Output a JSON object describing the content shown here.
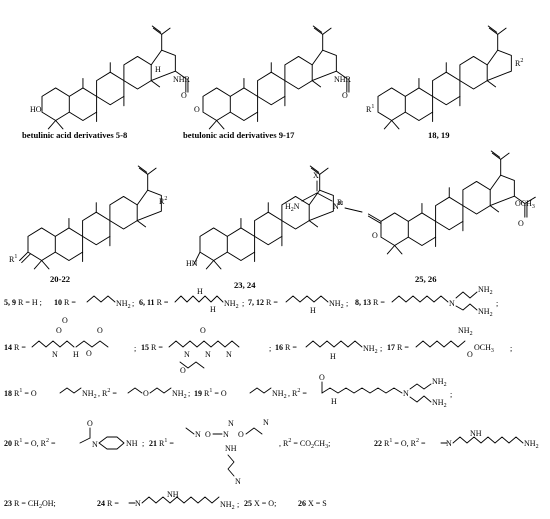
{
  "labels": {
    "betulinic": "betulinic acid derivatives  5-8",
    "betulonic": "betulonic acid derivatives  9-17",
    "c18_19": "18, 19",
    "c20_22": "20-22",
    "c23_24": "23, 24",
    "c25_26": "25, 26"
  },
  "atoms": {
    "nhr": "NHR",
    "o": "O",
    "ho": "HO",
    "h": "H",
    "r": "R",
    "r1": "R",
    "r2": "R",
    "sup1": "1",
    "sup2": "2",
    "hn": "HN",
    "x": "X",
    "h2n": "H2N",
    "och3": "OCH3",
    "nh2": "NH2",
    "nh": "NH",
    "n": "N",
    "co2ch3": "CO2CH3"
  },
  "rows": {
    "row1": {
      "num_a": "5, 9",
      "text_a": " R = H ;",
      "num_b": "10",
      "text_b": " R =",
      "num_c": "6, 11",
      "text_c": " R =",
      "num_d": "7, 12",
      "text_d": " R =",
      "num_e": "8, 13",
      "text_e": " R ="
    },
    "row2": {
      "num_a": "14",
      "text_a": " R =",
      "num_b": "15",
      "text_b": " R =",
      "num_c": "16",
      "text_c": " R =",
      "num_d": "17",
      "text_d": " R ="
    },
    "row3": {
      "num_a": "18",
      "text_a": " R",
      "text_a2": " = O",
      "text_a3": " , R",
      "text_a4": " =",
      "num_b": "19",
      "text_b": " R",
      "text_b2": " = O",
      "text_b3": " , R",
      "text_b4": " ="
    },
    "row4": {
      "num_a": "20",
      "text_a": " R",
      "text_a2": " = O, R",
      "text_a3": " =",
      "num_b": "21",
      "text_b": " R",
      "text_b2": " =",
      "text_b3": ", R",
      "text_b4": " = CO",
      "text_b5": "CH",
      "num_c": "22",
      "text_c": " R",
      "text_c2": " = O, R",
      "text_c3": " ="
    },
    "row5": {
      "num_a": "23",
      "text_a": " R = CH",
      "text_a2": "OH;",
      "num_b": "24",
      "text_b": " R =",
      "num_c": "25",
      "text_c": " X = O;",
      "num_d": "26",
      "text_d": " X = S"
    }
  }
}
